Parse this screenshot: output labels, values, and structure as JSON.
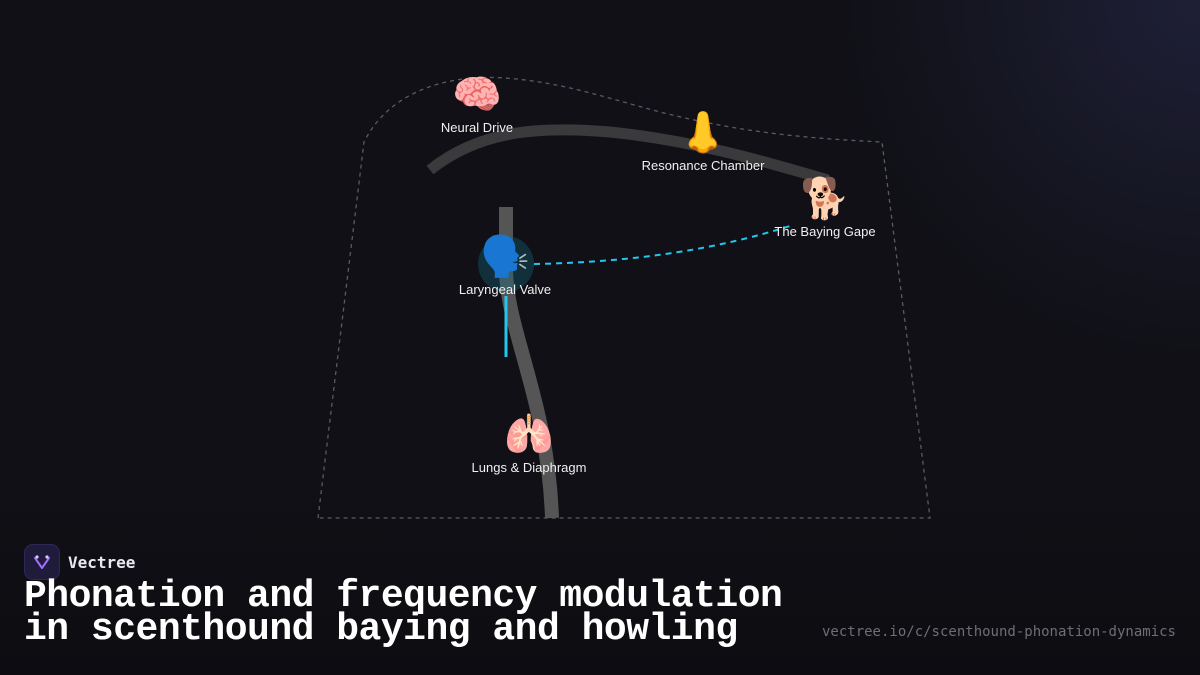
{
  "brand": {
    "name": "Vectree",
    "logo_icon": "vectree-logo-icon",
    "accent": "#8a5cf6"
  },
  "title": {
    "line1": "Phonation and frequency modulation",
    "line2": "in scenthound baying and howling"
  },
  "url": "vectree.io/c/scenthound-phonation-dynamics",
  "colors": {
    "airway": "#5a5a5a",
    "signal": "#22c7f0",
    "outline": "#5a5a62"
  },
  "nodes": {
    "neural_drive": {
      "icon": "🧠",
      "label": "Neural Drive"
    },
    "resonance_chamber": {
      "icon": "👃",
      "label": "Resonance Chamber"
    },
    "baying_gape": {
      "icon": "🐕",
      "label": "The Baying Gape"
    },
    "laryngeal_valve": {
      "icon": "🗣️",
      "label": "Laryngeal Valve"
    },
    "lungs_diaphragm": {
      "icon": "🫁",
      "label": "Lungs & Diaphragm"
    }
  }
}
